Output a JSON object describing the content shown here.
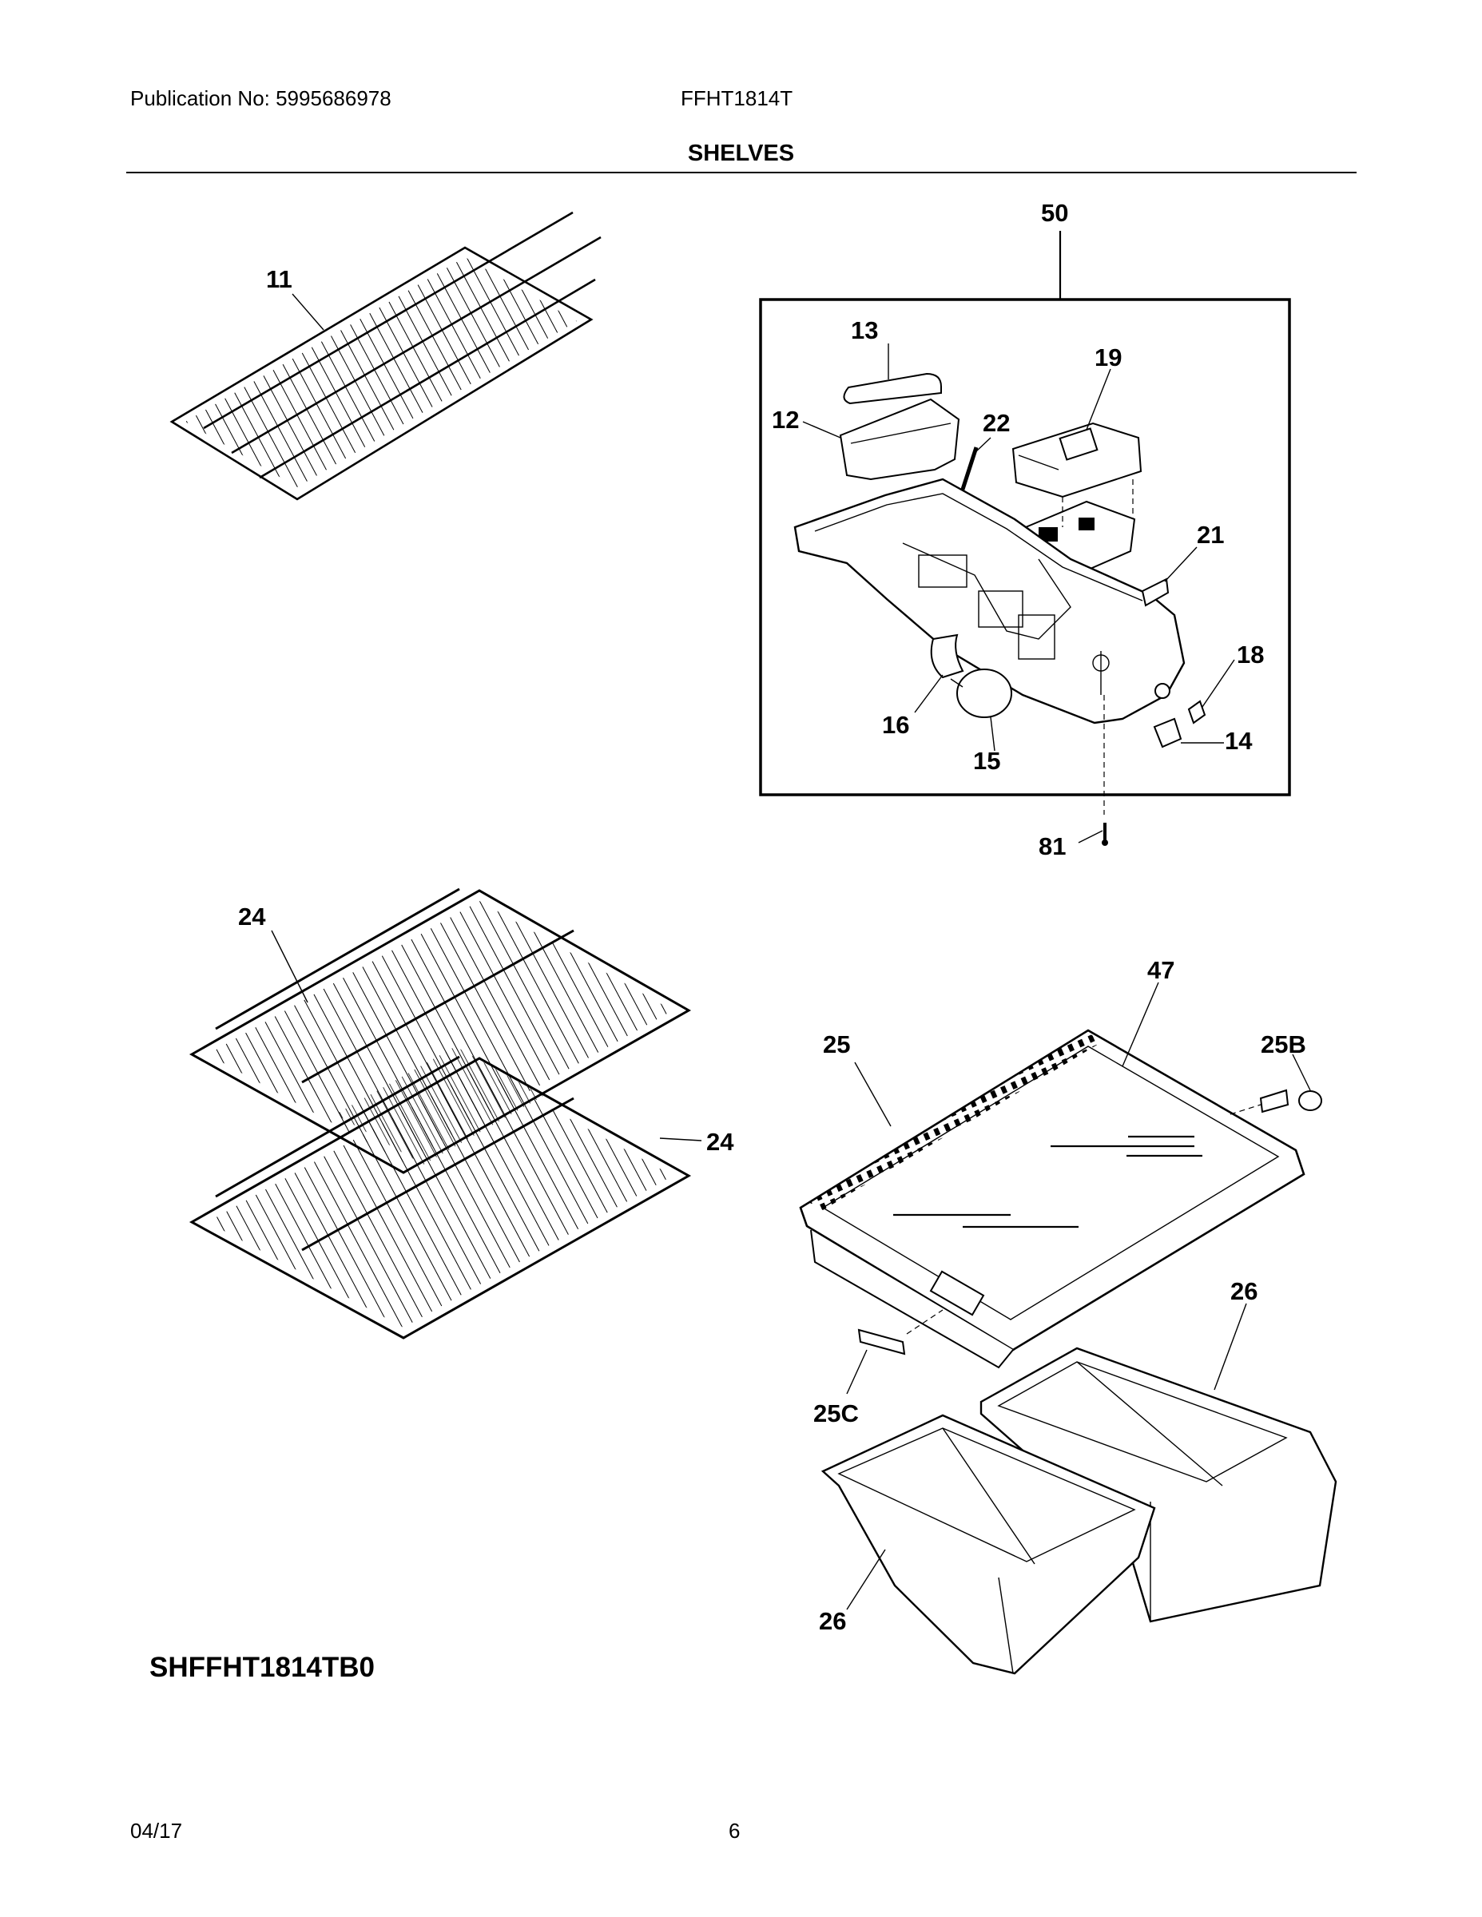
{
  "header": {
    "publication": "Publication No: 5995686978",
    "model": "FFHT1814T",
    "section_title": "SHELVES"
  },
  "diagram_code": "SHFFHT1814TB0",
  "footer": {
    "date": "04/17",
    "page": "6"
  },
  "callouts": {
    "c11": "11",
    "c50": "50",
    "c13": "13",
    "c19": "19",
    "c12": "12",
    "c22": "22",
    "c21": "21",
    "c18": "18",
    "c16": "16",
    "c14": "14",
    "c15": "15",
    "c81": "81",
    "c24a": "24",
    "c24b": "24",
    "c47": "47",
    "c25": "25",
    "c25b": "25B",
    "c26a": "26",
    "c25c": "25C",
    "c26b": "26"
  }
}
